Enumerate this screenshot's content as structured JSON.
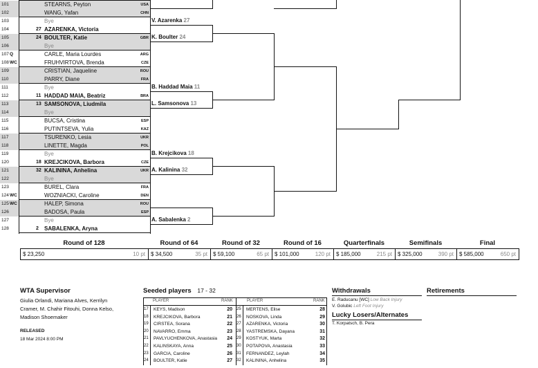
{
  "draw": [
    {
      "num": "101",
      "ent": "",
      "seed": "",
      "name": "STEARNS, Peyton",
      "ctry": "USA",
      "bold": false,
      "bye": false,
      "gray": true
    },
    {
      "num": "102",
      "ent": "",
      "seed": "",
      "name": "WANG, Yafan",
      "ctry": "CHN",
      "bold": false,
      "bye": false,
      "gray": true
    },
    {
      "num": "103",
      "ent": "",
      "seed": "",
      "name": "Bye",
      "ctry": "",
      "bold": false,
      "bye": true,
      "gray": false
    },
    {
      "num": "104",
      "ent": "",
      "seed": "27",
      "name": "AZARENKA, Victoria",
      "ctry": "",
      "bold": true,
      "bye": false,
      "gray": false
    },
    {
      "num": "105",
      "ent": "",
      "seed": "24",
      "name": "BOULTER, Katie",
      "ctry": "GBR",
      "bold": true,
      "bye": false,
      "gray": true
    },
    {
      "num": "106",
      "ent": "",
      "seed": "",
      "name": "Bye",
      "ctry": "",
      "bold": false,
      "bye": true,
      "gray": true
    },
    {
      "num": "107",
      "ent": "Q",
      "seed": "",
      "name": "CARLE, Maria Lourdes",
      "ctry": "ARG",
      "bold": false,
      "bye": false,
      "gray": false
    },
    {
      "num": "108",
      "ent": "WC",
      "seed": "",
      "name": "FRUHVIRTOVA, Brenda",
      "ctry": "CZE",
      "bold": false,
      "bye": false,
      "gray": false
    },
    {
      "num": "109",
      "ent": "",
      "seed": "",
      "name": "CRISTIAN, Jaqueline",
      "ctry": "ROU",
      "bold": false,
      "bye": false,
      "gray": true
    },
    {
      "num": "110",
      "ent": "",
      "seed": "",
      "name": "PARRY, Diane",
      "ctry": "FRA",
      "bold": false,
      "bye": false,
      "gray": true
    },
    {
      "num": "111",
      "ent": "",
      "seed": "",
      "name": "Bye",
      "ctry": "",
      "bold": false,
      "bye": true,
      "gray": false
    },
    {
      "num": "112",
      "ent": "",
      "seed": "11",
      "name": "HADDAD MAIA, Beatriz",
      "ctry": "BRA",
      "bold": true,
      "bye": false,
      "gray": false
    },
    {
      "num": "113",
      "ent": "",
      "seed": "13",
      "name": "SAMSONOVA, Liudmila",
      "ctry": "",
      "bold": true,
      "bye": false,
      "gray": true
    },
    {
      "num": "114",
      "ent": "",
      "seed": "",
      "name": "Bye",
      "ctry": "",
      "bold": false,
      "bye": true,
      "gray": true
    },
    {
      "num": "115",
      "ent": "",
      "seed": "",
      "name": "BUCSA, Cristina",
      "ctry": "ESP",
      "bold": false,
      "bye": false,
      "gray": false
    },
    {
      "num": "116",
      "ent": "",
      "seed": "",
      "name": "PUTINTSEVA, Yulia",
      "ctry": "KAZ",
      "bold": false,
      "bye": false,
      "gray": false
    },
    {
      "num": "117",
      "ent": "",
      "seed": "",
      "name": "TSURENKO, Lesia",
      "ctry": "UKR",
      "bold": false,
      "bye": false,
      "gray": true
    },
    {
      "num": "118",
      "ent": "",
      "seed": "",
      "name": "LINETTE, Magda",
      "ctry": "POL",
      "bold": false,
      "bye": false,
      "gray": true
    },
    {
      "num": "119",
      "ent": "",
      "seed": "",
      "name": "Bye",
      "ctry": "",
      "bold": false,
      "bye": true,
      "gray": false
    },
    {
      "num": "120",
      "ent": "",
      "seed": "18",
      "name": "KREJCIKOVA, Barbora",
      "ctry": "CZE",
      "bold": true,
      "bye": false,
      "gray": false
    },
    {
      "num": "121",
      "ent": "",
      "seed": "32",
      "name": "KALININA, Anhelina",
      "ctry": "UKR",
      "bold": true,
      "bye": false,
      "gray": true
    },
    {
      "num": "122",
      "ent": "",
      "seed": "",
      "name": "Bye",
      "ctry": "",
      "bold": false,
      "bye": true,
      "gray": true
    },
    {
      "num": "123",
      "ent": "",
      "seed": "",
      "name": "BUREL, Clara",
      "ctry": "FRA",
      "bold": false,
      "bye": false,
      "gray": false
    },
    {
      "num": "124",
      "ent": "WC",
      "seed": "",
      "name": "WOZNIACKI, Caroline",
      "ctry": "DEN",
      "bold": false,
      "bye": false,
      "gray": false
    },
    {
      "num": "125",
      "ent": "WC",
      "seed": "",
      "name": "HALEP, Simona",
      "ctry": "ROU",
      "bold": false,
      "bye": false,
      "gray": true
    },
    {
      "num": "126",
      "ent": "",
      "seed": "",
      "name": "BADOSA, Paula",
      "ctry": "ESP",
      "bold": false,
      "bye": false,
      "gray": true
    },
    {
      "num": "127",
      "ent": "",
      "seed": "",
      "name": "Bye",
      "ctry": "",
      "bold": false,
      "bye": true,
      "gray": false
    },
    {
      "num": "128",
      "ent": "",
      "seed": "2",
      "name": "SABALENKA, Aryna",
      "ctry": "",
      "bold": true,
      "bye": false,
      "gray": false
    }
  ],
  "round64_winners": [
    {
      "name": "V. Azarenka",
      "seed": "27"
    },
    {
      "name": "K. Boulter",
      "seed": "24"
    },
    {
      "name": "B. Haddad Maia",
      "seed": "11"
    },
    {
      "name": "L. Samsonova",
      "seed": "13"
    },
    {
      "name": "B. Krejcikova",
      "seed": "18"
    },
    {
      "name": "A. Kalinina",
      "seed": "32"
    },
    {
      "name": "A. Sabalenka",
      "seed": "2"
    }
  ],
  "rounds": [
    {
      "label": "Round of 128",
      "prize": "$ 23,250",
      "points": "10 pt"
    },
    {
      "label": "Round of 64",
      "prize": "$ 34,500",
      "points": "35 pt"
    },
    {
      "label": "Round of 32",
      "prize": "$ 59,100",
      "points": "65 pt"
    },
    {
      "label": "Round of 16",
      "prize": "$ 101,000",
      "points": "120 pt"
    },
    {
      "label": "Quarterfinals",
      "prize": "$ 185,000",
      "points": "215 pt"
    },
    {
      "label": "Semifinals",
      "prize": "$ 325,000",
      "points": "390 pt"
    },
    {
      "label": "Final",
      "prize": "$ 585,000",
      "points": "650 pt"
    }
  ],
  "supervisor": {
    "title": "WTA Supervisor",
    "lines": [
      "Giulia Orlandi, Mariana Alves, Kerrilyn",
      "Cramer, M. Chahir Fitouhi, Donna Kelso,",
      "Madison Shoemaker"
    ],
    "released_label": "RELEASED",
    "released_date": "18 Mar 2024   8:00 PM"
  },
  "seeded": {
    "title": "Seeded players",
    "range": "17 - 32",
    "col_player": "PLAYER",
    "col_rank": "RANK",
    "left": [
      {
        "n": "17",
        "p": "KEYS, Madison",
        "r": "20"
      },
      {
        "n": "18",
        "p": "KREJCIKOVA, Barbora",
        "r": "21"
      },
      {
        "n": "19",
        "p": "CIRSTEA, Sorana",
        "r": "22"
      },
      {
        "n": "20",
        "p": "NAVARRO, Emma",
        "r": "23"
      },
      {
        "n": "21",
        "p": "PAVLYUCHENKOVA, Anastasia",
        "r": "24"
      },
      {
        "n": "22",
        "p": "KALINSKAYA, Anna",
        "r": "25"
      },
      {
        "n": "23",
        "p": "GARCIA, Caroline",
        "r": "26"
      },
      {
        "n": "24",
        "p": "BOULTER, Katie",
        "r": "27"
      }
    ],
    "right": [
      {
        "n": "25",
        "p": "MERTENS, Elise",
        "r": "28"
      },
      {
        "n": "26",
        "p": "NOSKOVA, Linda",
        "r": "29"
      },
      {
        "n": "27",
        "p": "AZARENKA, Victoria",
        "r": "30"
      },
      {
        "n": "28",
        "p": "YASTREMSKA, Dayana",
        "r": "31"
      },
      {
        "n": "29",
        "p": "KOSTYUK, Marta",
        "r": "32"
      },
      {
        "n": "30",
        "p": "POTAPOVA, Anastasia",
        "r": "33"
      },
      {
        "n": "31",
        "p": "FERNANDEZ, Leylah",
        "r": "34"
      },
      {
        "n": "32",
        "p": "KALININA, Anhelina",
        "r": "35"
      }
    ]
  },
  "withdrawals": {
    "title": "Withdrawals",
    "items": [
      {
        "name": "E. Raducanu [WC]",
        "reason": "Low Back Injury"
      },
      {
        "name": "V. Golubic",
        "reason": "Left Foot Injury"
      }
    ]
  },
  "lucky_losers": {
    "title": "Lucky Losers/Alternates",
    "names": "T. Korpatsch, B. Pera"
  },
  "retirements": {
    "title": "Retirements"
  }
}
